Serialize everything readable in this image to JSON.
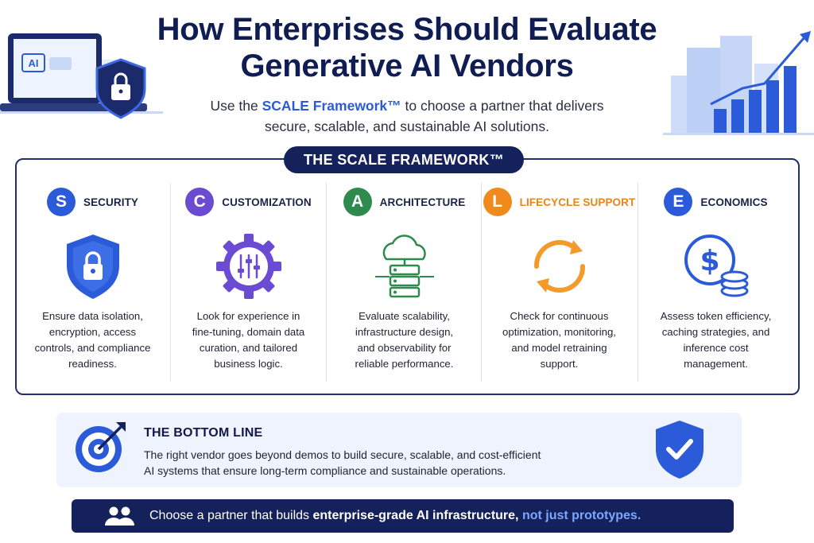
{
  "header": {
    "title_line1": "How Enterprises Should Evaluate",
    "title_line2": "Generative AI Vendors",
    "subtitle_pre": "Use the ",
    "subtitle_highlight": "SCALE Framework™",
    "subtitle_post": " to choose a partner that delivers",
    "subtitle_line2": "secure, scalable, and sustainable AI solutions.",
    "laptop_badge": "AI"
  },
  "framework": {
    "label": "THE SCALE FRAMEWORK™",
    "pillars": [
      {
        "letter": "S",
        "title": "SECURITY",
        "color": "#2b5bd8",
        "title_color": "#1b2448",
        "icon": "shield-lock-icon",
        "desc": [
          "Ensure data isolation,",
          "encryption, access",
          "controls, and compliance",
          "readiness."
        ]
      },
      {
        "letter": "C",
        "title": "CUSTOMIZATION",
        "color": "#6a4bd1",
        "title_color": "#1b2448",
        "icon": "gear-sliders-icon",
        "desc": [
          "Look for experience in",
          "fine-tuning, domain data",
          "curation, and tailored",
          "business logic."
        ]
      },
      {
        "letter": "A",
        "title": "ARCHITECTURE",
        "color": "#2f8a4e",
        "title_color": "#1b2448",
        "icon": "cloud-server-icon",
        "desc": [
          "Evaluate scalability,",
          "infrastructure design,",
          "and observability for",
          "reliable performance."
        ]
      },
      {
        "letter": "L",
        "title": "LIFECYCLE SUPPORT",
        "color": "#f08a1d",
        "title_color": "#e8841a",
        "icon": "refresh-cycle-icon",
        "desc": [
          "Check for continuous",
          "optimization, monitoring,",
          "and model retraining",
          "support."
        ]
      },
      {
        "letter": "E",
        "title": "ECONOMICS",
        "color": "#2b5bd8",
        "title_color": "#1b2448",
        "icon": "dollar-coins-icon",
        "desc": [
          "Assess token efficiency,",
          "caching strategies, and",
          "inference cost",
          "management."
        ]
      }
    ]
  },
  "bottom_line": {
    "title": "THE BOTTOM LINE",
    "line1": "The right vendor goes beyond demos to build secure, scalable, and cost-efficient",
    "line2": "AI systems that ensure long-term compliance and sustainable operations."
  },
  "cta": {
    "pre": "Choose a partner that builds ",
    "bold": "enterprise-grade AI infrastructure,",
    "accent": " not just prototypes."
  }
}
